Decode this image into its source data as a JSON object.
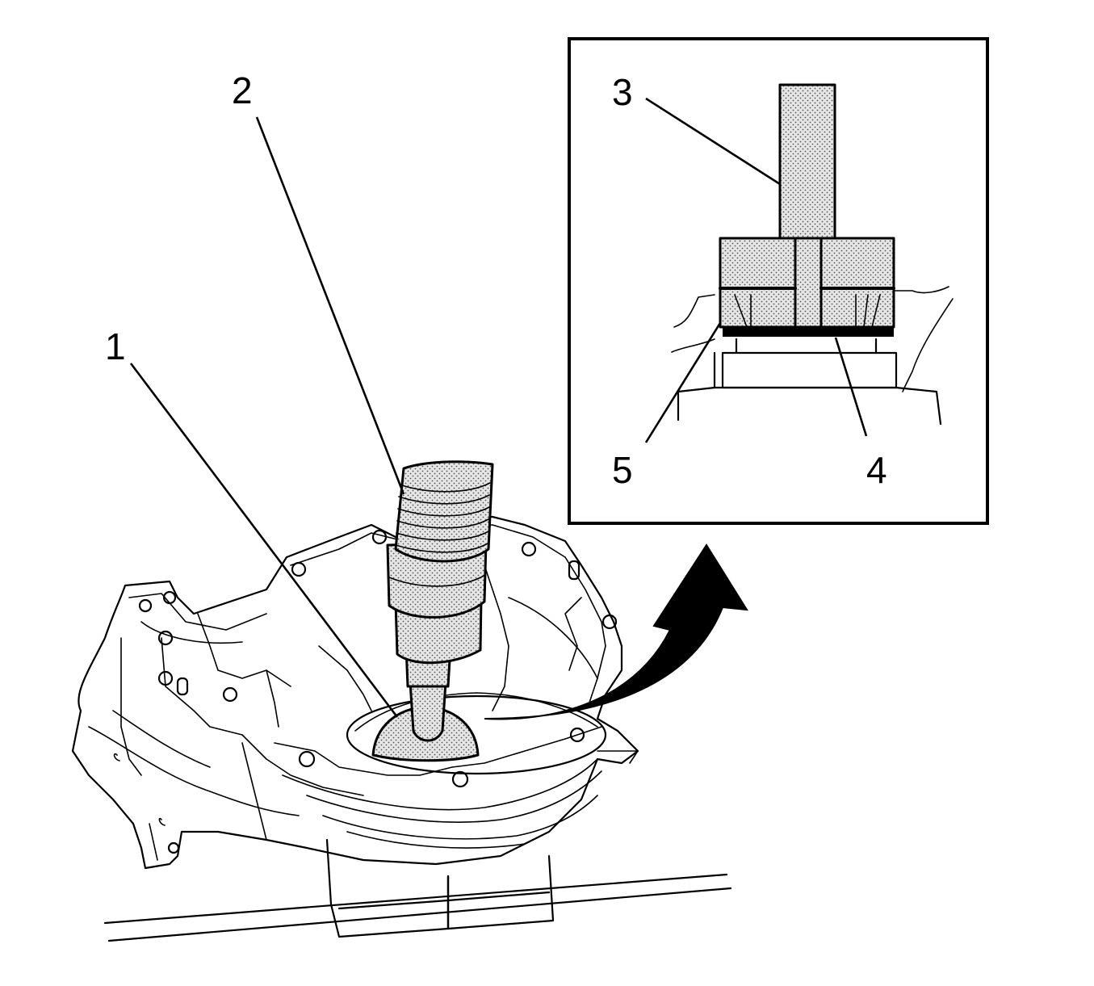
{
  "callouts": [
    {
      "id": "1",
      "label": "1"
    },
    {
      "id": "2",
      "label": "2"
    },
    {
      "id": "3",
      "label": "3"
    },
    {
      "id": "4",
      "label": "4"
    },
    {
      "id": "5",
      "label": "5"
    }
  ],
  "colors": {
    "ink": "#000000",
    "background": "#ffffff",
    "stipple": "#d9d9d9"
  }
}
